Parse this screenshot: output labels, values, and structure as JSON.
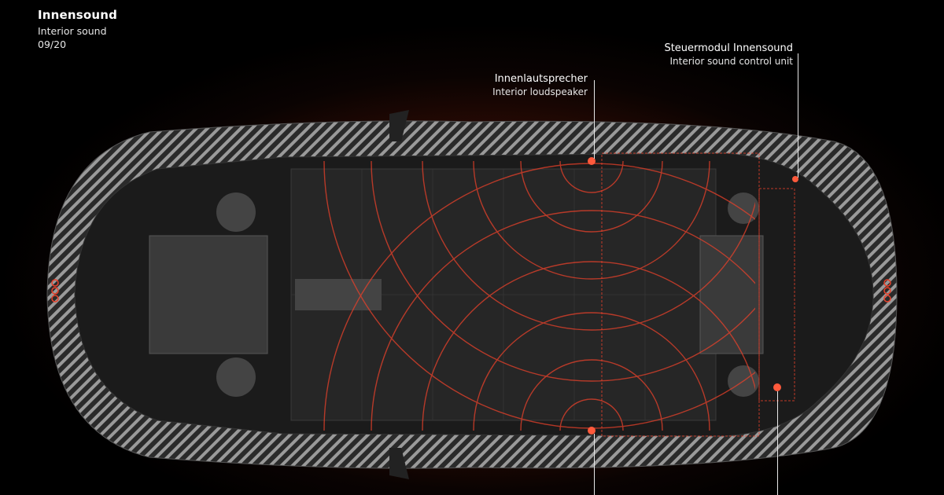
{
  "header": {
    "title": "Innensound",
    "subtitle": "Interior sound",
    "date": "09/20"
  },
  "callouts": [
    {
      "de": "Innenlautsprecher",
      "en": "Interior loudspeaker"
    },
    {
      "de": "Steuermodul Innensound",
      "en": "Interior sound control unit"
    }
  ],
  "colors": {
    "accent": "#e8412a",
    "background": "#000000",
    "glow": "#6a1a08"
  }
}
